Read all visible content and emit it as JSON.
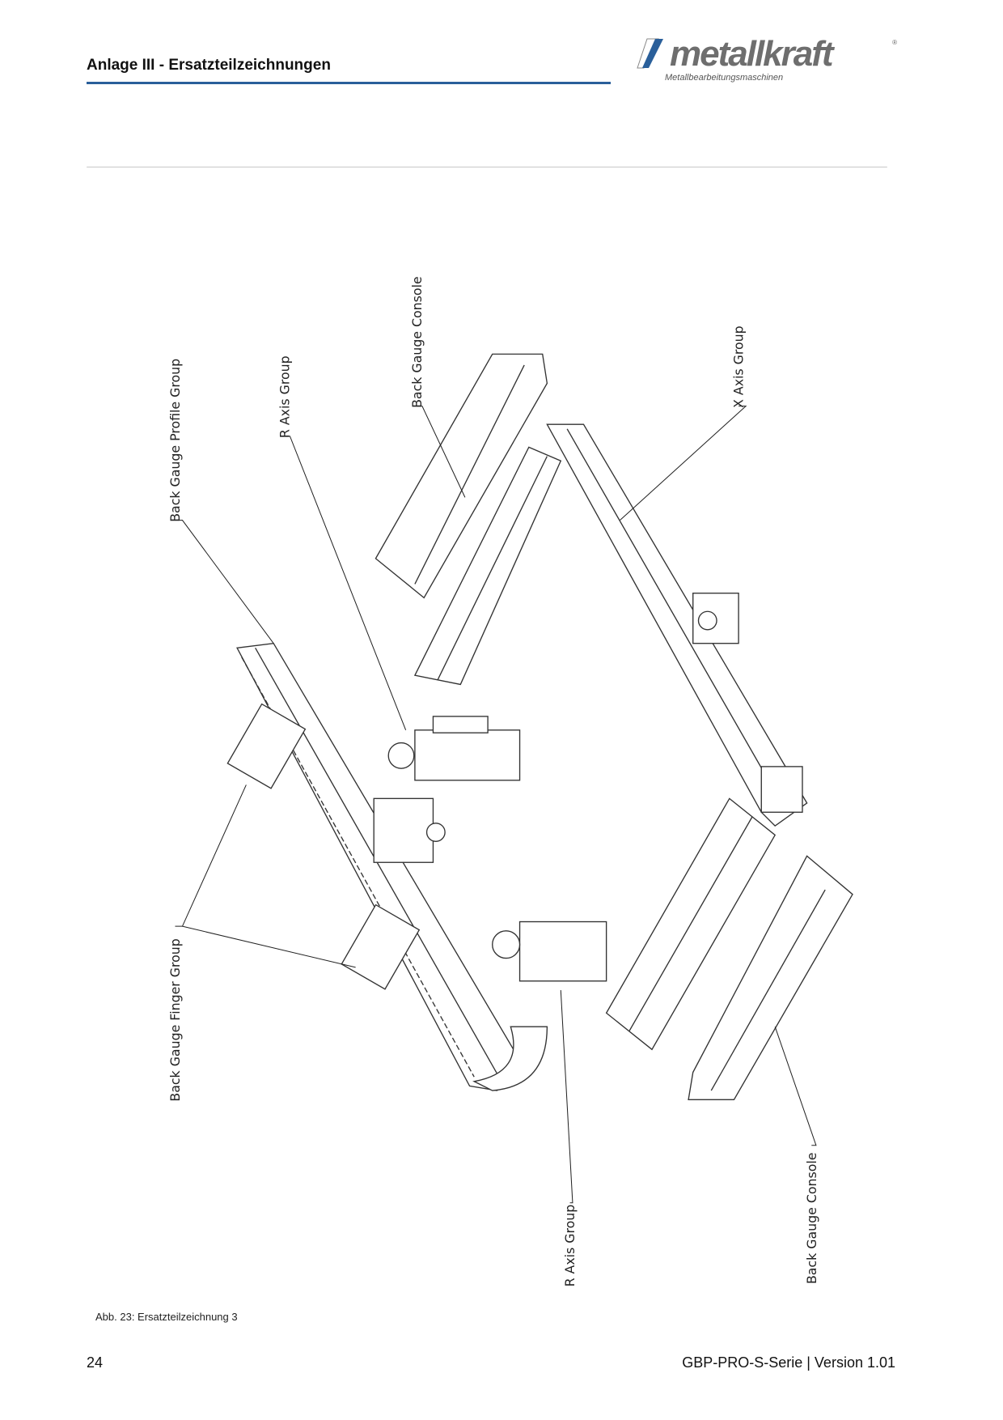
{
  "header": {
    "title": "Anlage III - Ersatzteilzeichnungen",
    "logo_text": "metallkraft",
    "logo_subtitle": "Metallbearbeitungsmaschinen",
    "logo_reg": "®",
    "accent": "#2a5f9a"
  },
  "drawing": {
    "labels": {
      "profile": "Back Gauge Profile Group",
      "r_axis_top": "R Axis Group",
      "console_top": "Back Gauge Console",
      "x_axis": "X Axis Group",
      "finger": "Back Gauge Finger Group",
      "r_axis_bottom": "R Axis Group",
      "console_bottom": "Back Gauge Console"
    }
  },
  "caption": "Abb. 23: Ersatzteilzeichnung 3",
  "footer": {
    "page_number": "24",
    "document": "GBP-PRO-S-Serie | Version 1.01"
  }
}
